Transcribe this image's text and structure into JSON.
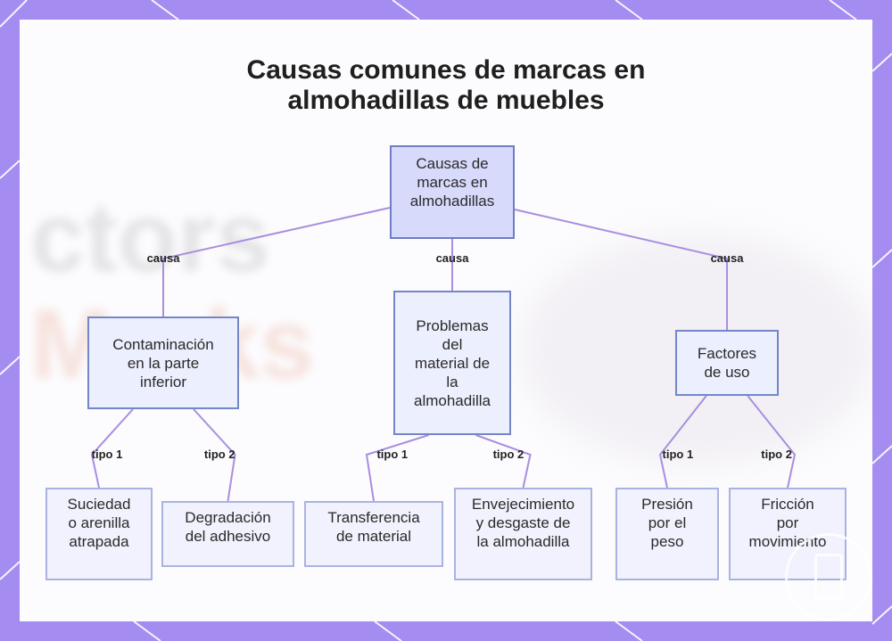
{
  "diagram": {
    "title_line1": "Causas comunes de marcas en",
    "title_line2": "almohadillas de muebles",
    "root": {
      "lines": [
        "Causas de",
        "marcas en",
        "almohadillas"
      ]
    },
    "categories": [
      {
        "lines": [
          "Contaminación",
          "en la parte",
          "inferior"
        ],
        "edge_label": "causa",
        "children": [
          {
            "edge_label": "tipo 1",
            "lines": [
              "Suciedad",
              "o arenilla",
              "atrapada"
            ]
          },
          {
            "edge_label": "tipo 2",
            "lines": [
              "Degradación",
              "del adhesivo"
            ]
          }
        ]
      },
      {
        "lines": [
          "Problemas",
          "del",
          "material de",
          "la",
          "almohadilla"
        ],
        "edge_label": "causa",
        "children": [
          {
            "edge_label": "tipo 1",
            "lines": [
              "Transferencia",
              "de material"
            ]
          },
          {
            "edge_label": "tipo 2",
            "lines": [
              "Envejecimiento",
              "y desgaste de",
              "la almohadilla"
            ]
          }
        ]
      },
      {
        "lines": [
          "Factores",
          "de uso"
        ],
        "edge_label": "causa",
        "children": [
          {
            "edge_label": "tipo 1",
            "lines": [
              "Presión",
              "por el",
              "peso"
            ]
          },
          {
            "edge_label": "tipo 2",
            "lines": [
              "Fricción",
              "por",
              "movimiento"
            ]
          }
        ]
      }
    ]
  },
  "colors": {
    "frame": "#a58cf0",
    "card": "#fcfbfd",
    "edge": "#a98ee0",
    "node_border": "#7486c8",
    "root_fill": "#d8dafc",
    "node_fill": "#eef0fd"
  },
  "watermark": {
    "text_line1": "ctors",
    "text_line2": "Marks"
  }
}
